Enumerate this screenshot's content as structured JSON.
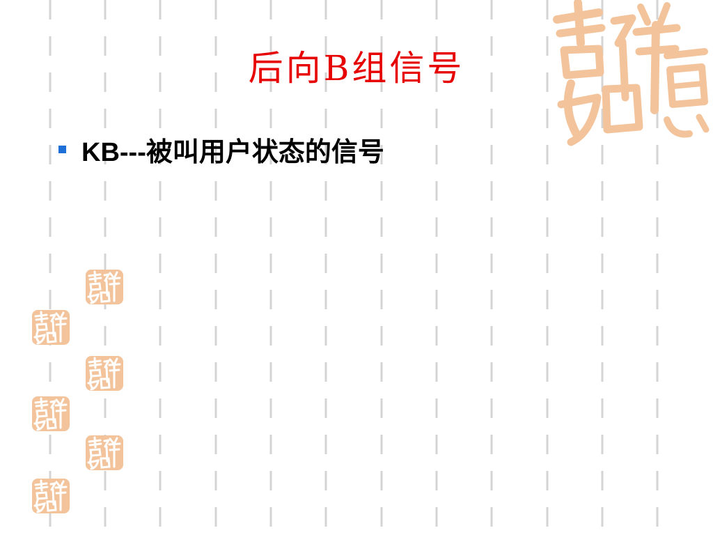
{
  "slide": {
    "title": "后向B组信号",
    "bullets": [
      {
        "text": "KB---被叫用户状态的信号"
      }
    ]
  },
  "decoration": {
    "seal_text": "吉祥如意",
    "seal_color": "#f3c49c",
    "bullet_color": "#1f6fd8",
    "title_color": "#e60000",
    "grid_color": "#d4d4d4"
  }
}
